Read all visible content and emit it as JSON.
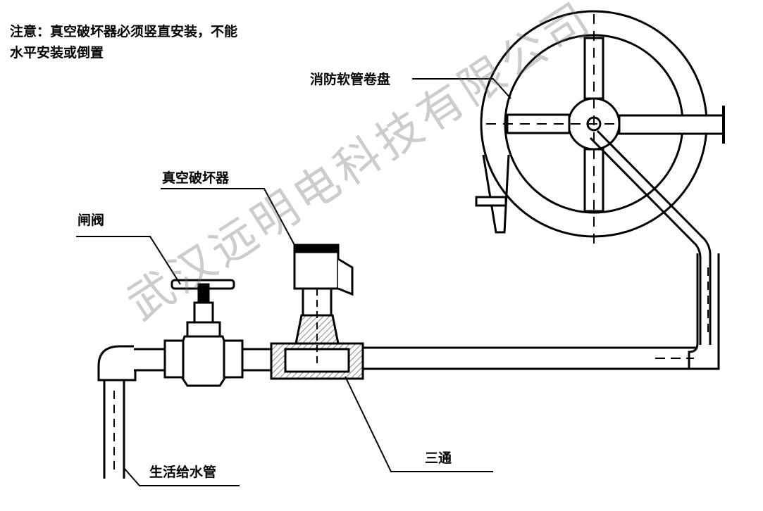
{
  "note": "注意：真空破坏器必须竖直安装，不能水平安装或倒置",
  "labels": {
    "hose_reel": "消防软管卷盘",
    "vacuum_breaker": "真空破坏器",
    "gate_valve": "闸阀",
    "tee": "三通",
    "supply_pipe": "生活给水管"
  },
  "watermark": "武汉远明电科技有限公司",
  "colors": {
    "line": "#000000",
    "background": "#ffffff",
    "hatch": "#555555"
  }
}
